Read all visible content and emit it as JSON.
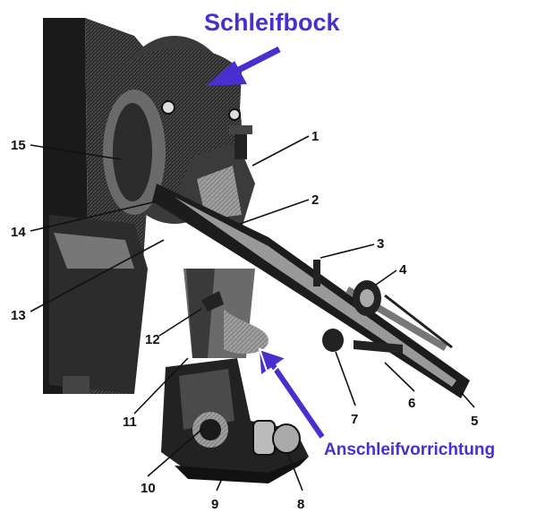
{
  "annotations": {
    "top_label": "Schleifbock",
    "bottom_label": "Anschleifvorrichtung",
    "accent_color": "#4a2fd0"
  },
  "callouts": [
    "1",
    "2",
    "3",
    "4",
    "5",
    "6",
    "7",
    "8",
    "9",
    "10",
    "11",
    "12",
    "13",
    "14",
    "15"
  ]
}
